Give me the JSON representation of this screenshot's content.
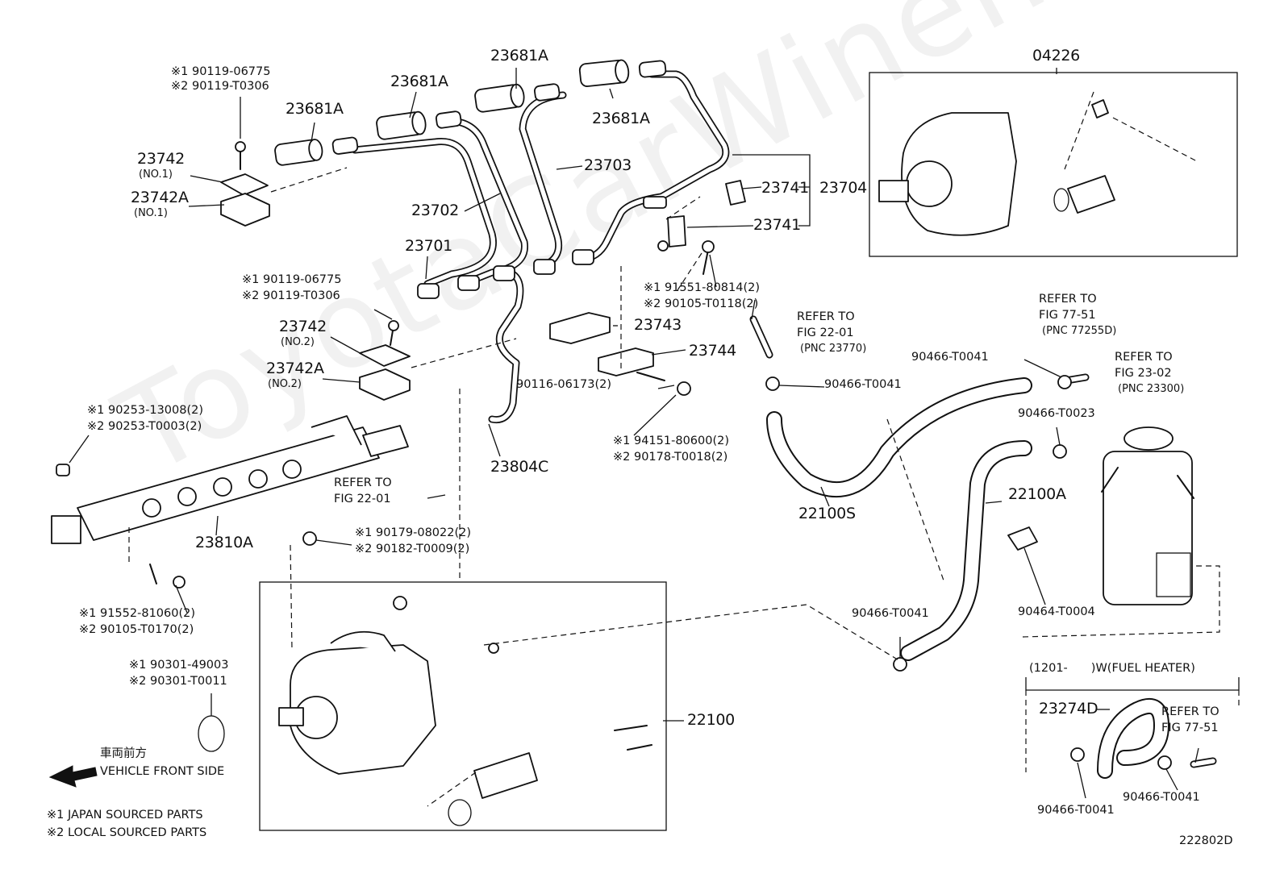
{
  "watermark": "ToyotaCarWiner.ru",
  "diagram_id": "222802D",
  "legend": {
    "direction_jp": "車両前方",
    "direction_en": "VEHICLE FRONT SIDE",
    "note1": "※1 JAPAN SOURCED PARTS",
    "note2": "※2 LOCAL SOURCED PARTS"
  },
  "labels": {
    "p04226": "04226",
    "p23681A_1": "23681A",
    "p23681A_2": "23681A",
    "p23681A_3": "23681A",
    "p23681A_4": "23681A",
    "p23703": "23703",
    "p23702": "23702",
    "p23701": "23701",
    "p23741_1": "23741",
    "p23741_2": "23741",
    "p23704": "23704",
    "p23743": "23743",
    "p23744": "23744",
    "p23742_1": "23742",
    "p23742_1_sub": "(NO.1)",
    "p23742A_1": "23742A",
    "p23742A_1_sub": "(NO.1)",
    "p23742_2": "23742",
    "p23742_2_sub": "(NO.2)",
    "p23742A_2": "23742A",
    "p23742A_2_sub": "(NO.2)",
    "bolt1_a": "※1 90119-06775",
    "bolt1_b": "※2 90119-T0306",
    "bolt2_a": "※1 90119-06775",
    "bolt2_b": "※2 90119-T0306",
    "bolt3_a": "※1 91551-80814(2)",
    "bolt3_b": "※2 90105-T0118(2)",
    "plug_a": "※1 90253-13008(2)",
    "plug_b": "※2 90253-T0003(2)",
    "refer_22_01_a": "REFER TO",
    "refer_22_01_b": "FIG 22-01",
    "refer_22_01_c": "(PNC 23770)",
    "refer_22_01b_a": "REFER TO",
    "refer_22_01b_b": "FIG 22-01",
    "refer_77_51_a": "REFER TO",
    "refer_77_51_b": "FIG 77-51",
    "refer_77_51_c": "(PNC 77255D)",
    "refer_23_02_a": "REFER TO",
    "refer_23_02_b": "FIG 23-02",
    "refer_23_02_c": "(PNC 23300)",
    "refer_77_51b_a": "REFER TO",
    "refer_77_51b_b": "FIG 77-51",
    "stud": "90116-06173(2)",
    "nut_a": "※1 94151-80600(2)",
    "nut_b": "※2 90178-T0018(2)",
    "clip_90466_a": "90466-T0041",
    "clip_90466_b": "90466-T0041",
    "clip_90466_c": "90466-T0041",
    "clip_90466_d": "90466-T0041",
    "clip_90466_e": "90466-T0041",
    "clip_90466_t0023": "90466-T0023",
    "p23804C": "23804C",
    "p22100S": "22100S",
    "p22100A": "22100A",
    "p90464": "90464-T0004",
    "p23810A": "23810A",
    "bolt4_a": "※1 91552-81060(2)",
    "bolt4_b": "※2 90105-T0170(2)",
    "bush_a": "※1 90179-08022(2)",
    "bush_b": "※2 90182-T0009(2)",
    "oring_a": "※1 90301-49003",
    "oring_b": "※2 90301-T0011",
    "p22100": "22100",
    "heater_header": "(1201-　　)W(FUEL HEATER)",
    "p23274D": "23274D"
  }
}
